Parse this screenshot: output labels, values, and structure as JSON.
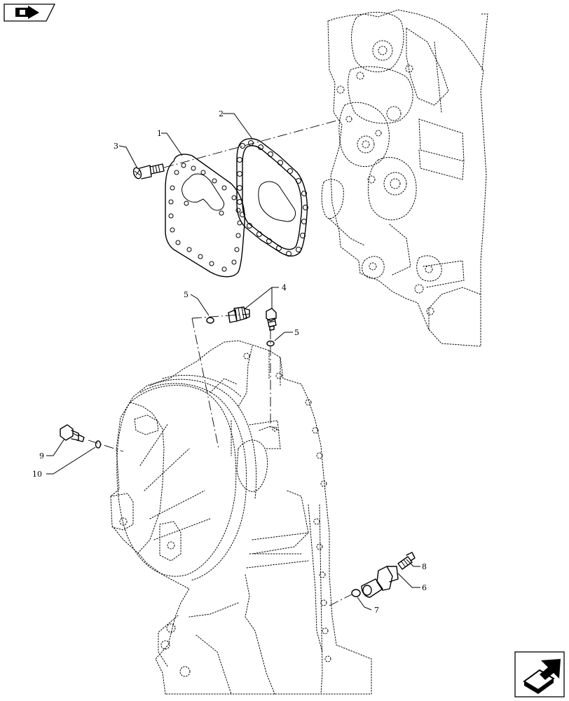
{
  "callouts": [
    {
      "id": "c1",
      "label": "1"
    },
    {
      "id": "c2",
      "label": "2"
    },
    {
      "id": "c3",
      "label": "3"
    },
    {
      "id": "c4",
      "label": "4"
    },
    {
      "id": "c5a",
      "label": "5"
    },
    {
      "id": "c5b",
      "label": "5"
    },
    {
      "id": "c6",
      "label": "6"
    },
    {
      "id": "c7",
      "label": "7"
    },
    {
      "id": "c8",
      "label": "8"
    },
    {
      "id": "c9",
      "label": "9"
    },
    {
      "id": "c10",
      "label": "10"
    }
  ],
  "icons": {
    "top_left": "back-arrow-icon",
    "bottom_right": "next-page-arrow-icon"
  }
}
